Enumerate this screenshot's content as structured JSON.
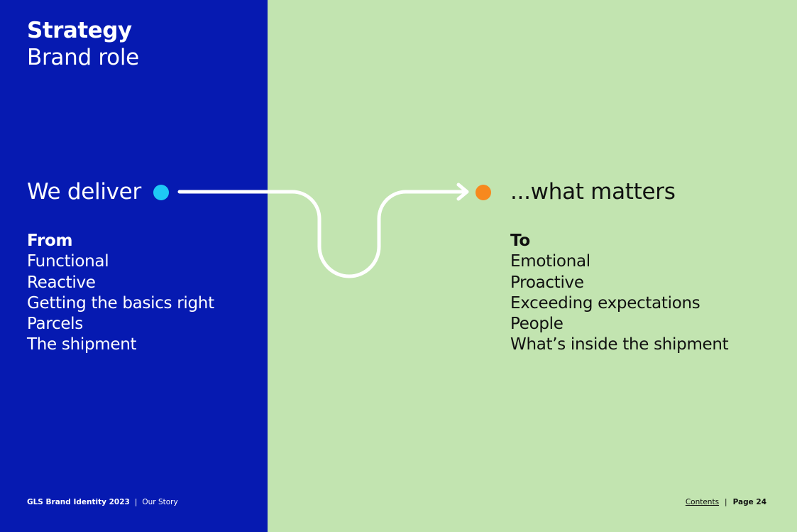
{
  "header": {
    "title": "Strategy",
    "subtitle": "Brand role"
  },
  "flow": {
    "left_phrase": "We deliver",
    "right_phrase": "...what matters",
    "colors": {
      "start_dot": "#1ec8f5",
      "end_dot": "#f7891e",
      "line": "#ffffff"
    }
  },
  "from": {
    "heading": "From",
    "items": [
      "Functional",
      "Reactive",
      "Getting the basics right",
      "Parcels",
      "The shipment"
    ]
  },
  "to": {
    "heading": "To",
    "items": [
      "Emotional",
      "Proactive",
      "Exceeding expectations",
      "People",
      "What’s inside the shipment"
    ]
  },
  "footer": {
    "brand": "GLS Brand Identity 2023",
    "separator": "|",
    "section": "Our Story",
    "contents_link": "Contents",
    "page": "Page 24"
  },
  "colors": {
    "left_panel": "#061ab1",
    "right_panel": "#c2e4b0"
  }
}
